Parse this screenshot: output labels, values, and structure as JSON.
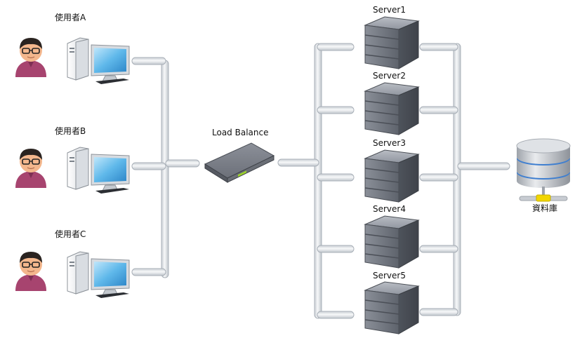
{
  "users": [
    {
      "label": "使用者A"
    },
    {
      "label": "使用者B"
    },
    {
      "label": "使用者C"
    }
  ],
  "load_balancer": {
    "label": "Load Balance"
  },
  "servers": [
    {
      "label": "Server1"
    },
    {
      "label": "Server2"
    },
    {
      "label": "Server3"
    },
    {
      "label": "Server4"
    },
    {
      "label": "Server5"
    }
  ],
  "database": {
    "label": "資料庫"
  },
  "colors": {
    "pipe_fill": "#eceff2",
    "pipe_stroke": "#a9b0b8",
    "server_body": "#6b7079",
    "device_body": "#5f646d",
    "device_led": "#9bd22a",
    "db_band": "#3f7fd0",
    "db_connector": "#f2d600",
    "person_face": "#f4b78d",
    "person_shirt": "#a7446f",
    "monitor_screen": "#5fb8ea"
  }
}
